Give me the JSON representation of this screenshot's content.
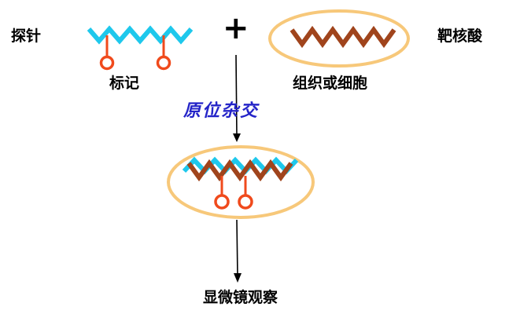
{
  "labels": {
    "probe": "探针",
    "plus": "+",
    "label": "标记",
    "target": "靶核酸",
    "tissue": "组织或细胞",
    "in_situ": "原位杂交",
    "microscope": "显微镜观察"
  },
  "colors": {
    "probe_strand": "#1ec8ec",
    "target_strand": "#a0441c",
    "label_marker": "#f04a1c",
    "cell_outline": "#f7c87a",
    "in_situ_text": "#2424c8",
    "arrow": "#000000",
    "text": "#000000"
  }
}
